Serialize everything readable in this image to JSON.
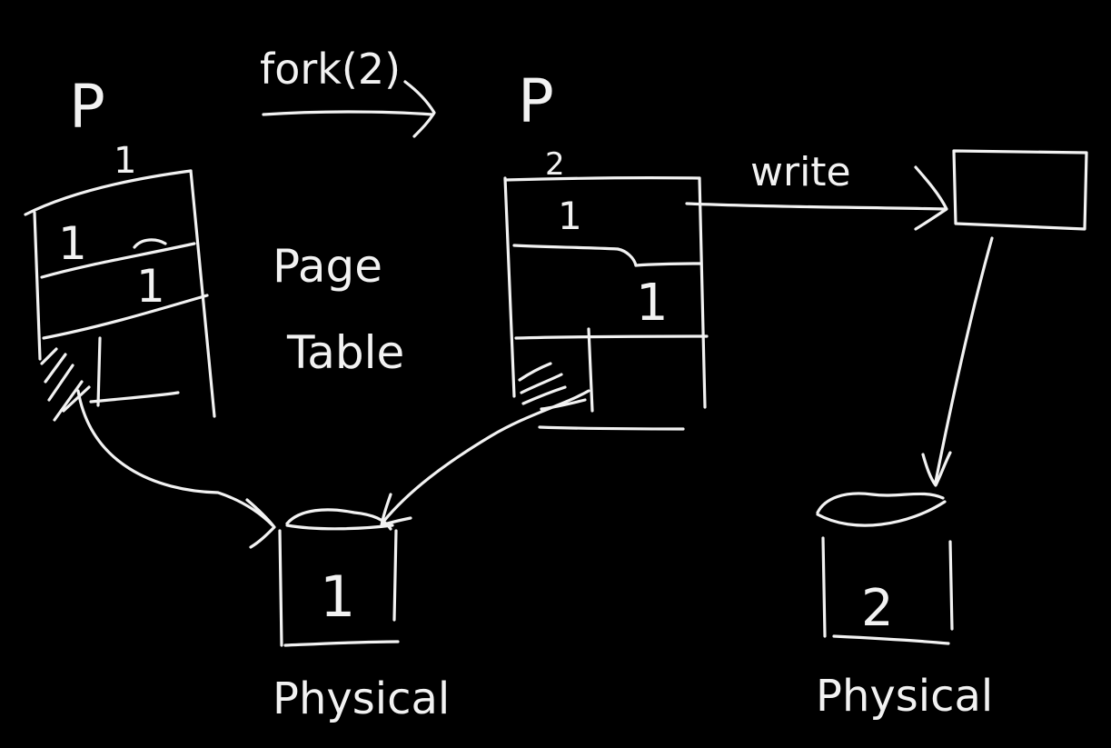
{
  "processes": [
    {
      "id": "p1",
      "name": "P",
      "subscript": "1"
    },
    {
      "id": "p2",
      "name": "P",
      "subscript": "2"
    }
  ],
  "fork_label": "fork(2)",
  "page_table_label": [
    "Page",
    "Table"
  ],
  "write_label": "write",
  "page_table_entries": {
    "p1": [
      "1",
      "1"
    ],
    "p2": [
      "1",
      "1"
    ]
  },
  "frames": [
    {
      "id": "frame1",
      "number": "1",
      "label": "Physical"
    },
    {
      "id": "frame2",
      "number": "2",
      "label": "Physical"
    }
  ]
}
